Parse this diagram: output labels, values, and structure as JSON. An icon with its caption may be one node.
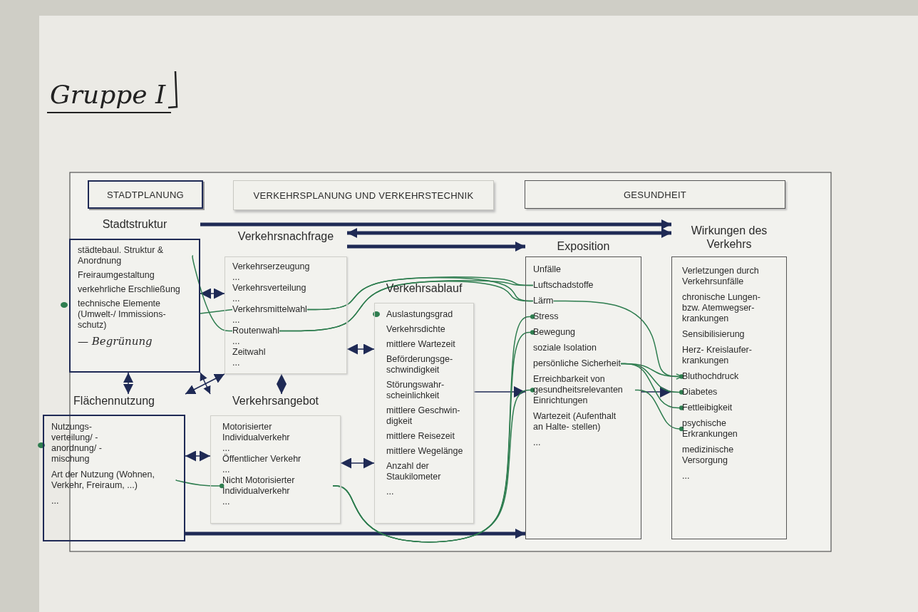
{
  "diagram": {
    "title": "Gruppe I",
    "nodes": [
      {
        "text": [
          "STADTPLANUNG"
        ]
      },
      {
        "text": [
          "VERKEHRSPLANUNG UND VERKEHRSTECHNIK"
        ]
      },
      {
        "text": [
          "GESUNDHEIT"
        ]
      },
      {
        "text": [
          "Stadtstruktur"
        ]
      },
      {
        "text": [
          "städtebaul. Struktur & Anordnung"
        ],
        "in": 3
      },
      {
        "text": [
          "Freiraumgestaltung"
        ],
        "in": 3
      },
      {
        "text": [
          "verkehrliche Erschließung"
        ],
        "in": 3
      },
      {
        "text": [
          "technische Elemente (Umwelt-/ Immissions- schutz)"
        ],
        "in": 3
      },
      {
        "text": [
          "— Begrünung"
        ],
        "in": 3
      },
      {
        "text": [
          "Verkehrsnachfrage"
        ]
      },
      {
        "text": [
          "Verkehrserzeugung"
        ],
        "in": 9
      },
      {
        "text": [
          "..."
        ],
        "in": 9
      },
      {
        "text": [
          "Verkehrsverteilung"
        ],
        "in": 9
      },
      {
        "text": [
          "..."
        ],
        "in": 9
      },
      {
        "text": [
          "Verkehrsmittelwahl"
        ],
        "in": 9
      },
      {
        "text": [
          "..."
        ],
        "in": 9
      },
      {
        "text": [
          "Routenwahl"
        ],
        "in": 9
      },
      {
        "text": [
          "..."
        ],
        "in": 9
      },
      {
        "text": [
          "Zeitwahl"
        ],
        "in": 9
      },
      {
        "text": [
          "..."
        ],
        "in": 9
      },
      {
        "text": [
          "Verkehrsablauf"
        ]
      },
      {
        "text": [
          "Auslastungsgrad"
        ],
        "in": 20
      },
      {
        "text": [
          "Verkehrsdichte"
        ],
        "in": 20
      },
      {
        "text": [
          "mittlere Wartezeit"
        ],
        "in": 20
      },
      {
        "text": [
          "Beförderungsge- schwindigkeit"
        ],
        "in": 20
      },
      {
        "text": [
          "Störungswahr- scheinlichkeit"
        ],
        "in": 20
      },
      {
        "text": [
          "mittlere Geschwin- digkeit"
        ],
        "in": 20
      },
      {
        "text": [
          "mittlere Reisezeit"
        ],
        "in": 20
      },
      {
        "text": [
          "mittlere Wegelänge"
        ],
        "in": 20
      },
      {
        "text": [
          "Anzahl der Staukilometer"
        ],
        "in": 20
      },
      {
        "text": [
          "..."
        ],
        "in": 20
      },
      {
        "text": [
          "Exposition"
        ]
      },
      {
        "text": [
          "Unfälle"
        ],
        "in": 31
      },
      {
        "text": [
          "Luftschadstoffe"
        ],
        "in": 31
      },
      {
        "text": [
          "Lärm"
        ],
        "in": 31
      },
      {
        "text": [
          "Stress"
        ],
        "in": 31
      },
      {
        "text": [
          "Bewegung"
        ],
        "in": 31
      },
      {
        "text": [
          "soziale Isolation"
        ],
        "in": 31
      },
      {
        "text": [
          "persönliche Sicherheit"
        ],
        "in": 31
      },
      {
        "text": [
          "Erreichbarkeit von gesundheitsrelevanten Einrichtungen"
        ],
        "in": 31
      },
      {
        "text": [
          "Wartezeit (Aufenthalt an Halte- stellen)"
        ],
        "in": 31
      },
      {
        "text": [
          "..."
        ],
        "in": 31
      },
      {
        "text": [
          "Wirkungen des Verkehrs"
        ]
      },
      {
        "text": [
          "Verletzungen durch Verkehrsunfälle"
        ],
        "in": 42
      },
      {
        "text": [
          "chronische Lungen- bzw. Atemwegser- krankungen"
        ],
        "in": 42
      },
      {
        "text": [
          "Sensibilisierung"
        ],
        "in": 42
      },
      {
        "text": [
          "Herz- Kreislaufer- krankungen"
        ],
        "in": 42
      },
      {
        "text": [
          "Bluthochdruck"
        ],
        "in": 42
      },
      {
        "text": [
          "Diabetes"
        ],
        "in": 42
      },
      {
        "text": [
          "Fettleibigkeit"
        ],
        "in": 42
      },
      {
        "text": [
          "psychische Erkrankungen"
        ],
        "in": 42
      },
      {
        "text": [
          "medizinische Versorgung"
        ],
        "in": 42
      },
      {
        "text": [
          "..."
        ],
        "in": 42
      },
      {
        "text": [
          "Flächennutzung"
        ]
      },
      {
        "text": [
          "Nutzungs- verteilung/ -anordnung/ -mischung"
        ],
        "in": 53
      },
      {
        "text": [
          "Art der Nutzung (Wohnen, Verkehr, Freiraum, ...)"
        ],
        "in": 53
      },
      {
        "text": [
          "..."
        ],
        "in": 53
      },
      {
        "text": [
          "Verkehrsangebot"
        ]
      },
      {
        "text": [
          "Motorisierter Individualverkehr"
        ],
        "in": 57
      },
      {
        "text": [
          "..."
        ],
        "in": 57
      },
      {
        "text": [
          "Öffentlicher Verkehr"
        ],
        "in": 57
      },
      {
        "text": [
          "..."
        ],
        "in": 57
      },
      {
        "text": [
          "Nicht Motorisierter Individualverkehr"
        ],
        "in": 57
      },
      {
        "text": [
          "..."
        ],
        "in": 57
      }
    ],
    "edges": [
      {
        "from": 3,
        "to": 42,
        "arrow": "to",
        "style": "thick",
        "color": "#1f2a55"
      },
      {
        "from": 9,
        "to": 42,
        "arrow": "both",
        "style": "thick",
        "color": "#1f2a55"
      },
      {
        "from": 9,
        "to": 31,
        "arrow": "to",
        "style": "thick",
        "color": "#1f2a55"
      },
      {
        "from": 53,
        "to": 31,
        "arrow": "to",
        "style": "thick",
        "color": "#1f2a55"
      },
      {
        "from": 3,
        "to": 9,
        "arrow": "both",
        "color": "#1f2a55"
      },
      {
        "from": 9,
        "to": 20,
        "arrow": "both",
        "color": "#1f2a55"
      },
      {
        "from": 3,
        "to": 53,
        "arrow": "both",
        "color": "#1f2a55"
      },
      {
        "from": 9,
        "to": 57,
        "arrow": "both",
        "color": "#1f2a55"
      },
      {
        "from": 3,
        "to": 57,
        "arrow": "both",
        "color": "#1f2a55"
      },
      {
        "from": 9,
        "to": 53,
        "arrow": "both",
        "color": "#1f2a55"
      },
      {
        "from": 53,
        "to": 57,
        "arrow": "both",
        "color": "#1f2a55"
      },
      {
        "from": 57,
        "to": 20,
        "arrow": "both",
        "color": "#1f2a55"
      },
      {
        "from": 20,
        "to": 31,
        "arrow": "to",
        "color": "#1f2a55"
      },
      {
        "from": 31,
        "to": 42,
        "arrow": "to",
        "color": "#1f2a55"
      },
      {
        "from": 4,
        "to": 16,
        "arrow": "none"
      },
      {
        "from": 14,
        "to": 3,
        "arrow": "none"
      },
      {
        "from": 14,
        "to": 33,
        "arrow": "none"
      },
      {
        "from": 14,
        "to": 34,
        "arrow": "none"
      },
      {
        "from": 16,
        "to": 33,
        "arrow": "none"
      },
      {
        "from": 16,
        "to": 34,
        "arrow": "none"
      },
      {
        "from": 34,
        "to": 47,
        "arrow": "to"
      },
      {
        "from": 38,
        "to": 47,
        "arrow": "other"
      },
      {
        "from": 38,
        "to": 48,
        "arrow": "other"
      },
      {
        "from": 38,
        "to": 49,
        "arrow": "other"
      },
      {
        "from": 39,
        "to": 50,
        "arrow": "other"
      },
      {
        "from": 62,
        "to": 35,
        "arrow": "other"
      },
      {
        "from": 62,
        "to": 36,
        "arrow": "other"
      },
      {
        "from": 62,
        "to": 39,
        "arrow": "other"
      },
      {
        "from": 55,
        "to": 62,
        "arrow": "other"
      }
    ]
  }
}
